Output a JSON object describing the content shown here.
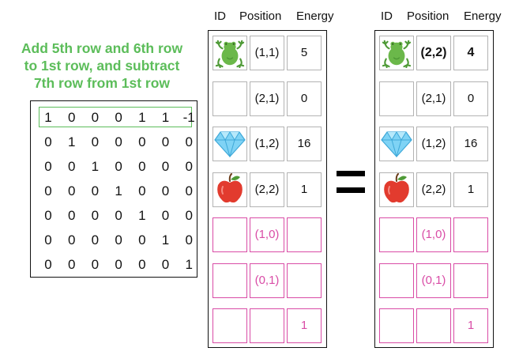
{
  "caption": [
    "Add 5th row and 6th row",
    "to 1st row, and subtract",
    "7th row from 1st row"
  ],
  "matrix": [
    [
      "1",
      "0",
      "0",
      "0",
      "1",
      "1",
      "-1"
    ],
    [
      "0",
      "1",
      "0",
      "0",
      "0",
      "0",
      "0"
    ],
    [
      "0",
      "0",
      "1",
      "0",
      "0",
      "0",
      "0"
    ],
    [
      "0",
      "0",
      "0",
      "1",
      "0",
      "0",
      "0"
    ],
    [
      "0",
      "0",
      "0",
      "0",
      "1",
      "0",
      "0"
    ],
    [
      "0",
      "0",
      "0",
      "0",
      "0",
      "1",
      "0"
    ],
    [
      "0",
      "0",
      "0",
      "0",
      "0",
      "0",
      "1"
    ]
  ],
  "headers": {
    "id": "ID",
    "position": "Position",
    "energy": "Energy"
  },
  "left_table": [
    {
      "icon": "frog-icon",
      "position": "(1,1)",
      "energy": "5",
      "pink": false
    },
    {
      "icon": "",
      "position": "(2,1)",
      "energy": "0",
      "pink": false
    },
    {
      "icon": "diamond-icon",
      "position": "(1,2)",
      "energy": "16",
      "pink": false
    },
    {
      "icon": "apple-icon",
      "position": "(2,2)",
      "energy": "1",
      "pink": false
    },
    {
      "icon": "",
      "position": "(1,0)",
      "energy": "",
      "pink": true
    },
    {
      "icon": "",
      "position": "(0,1)",
      "energy": "",
      "pink": true
    },
    {
      "icon": "",
      "position": "",
      "energy": "1",
      "pink": true
    }
  ],
  "right_table": [
    {
      "icon": "frog-icon",
      "position": "(2,2)",
      "energy": "4",
      "pink": false,
      "bold": true
    },
    {
      "icon": "",
      "position": "(2,1)",
      "energy": "0",
      "pink": false
    },
    {
      "icon": "diamond-icon",
      "position": "(1,2)",
      "energy": "16",
      "pink": false
    },
    {
      "icon": "apple-icon",
      "position": "(2,2)",
      "energy": "1",
      "pink": false
    },
    {
      "icon": "",
      "position": "(1,0)",
      "energy": "",
      "pink": true
    },
    {
      "icon": "",
      "position": "(0,1)",
      "energy": "",
      "pink": true
    },
    {
      "icon": "",
      "position": "",
      "energy": "1",
      "pink": true
    }
  ],
  "colors": {
    "green": "#5cbd5a",
    "pink": "#d94ca6",
    "gray": "#b3b3b3"
  }
}
